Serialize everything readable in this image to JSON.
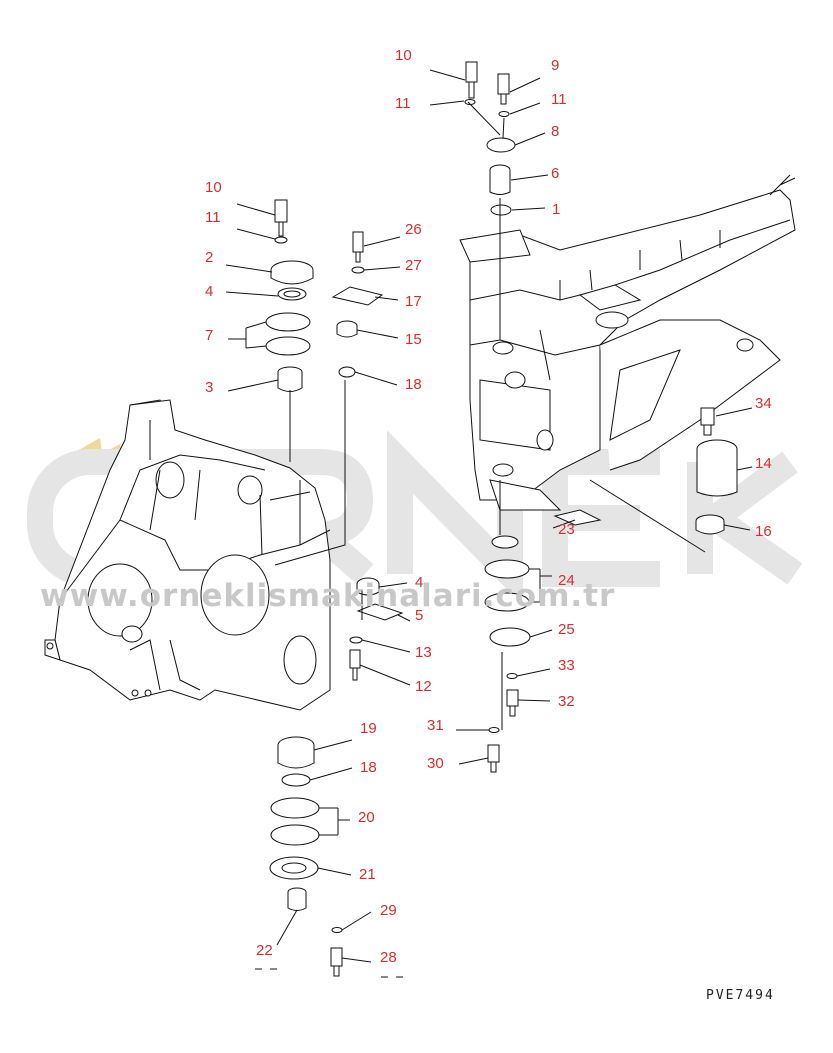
{
  "diagram": {
    "document_code": "PVE7494",
    "watermark": {
      "brand": "ORNEK",
      "url": "www.orneklismakinalari.com.tr"
    },
    "colors": {
      "callout": "#d32f2f",
      "line": "#111111",
      "watermark": "#d6d6d6",
      "accent": "#e8b84a"
    },
    "callouts": [
      {
        "id": "c10a",
        "label": "10"
      },
      {
        "id": "c9",
        "label": "9"
      },
      {
        "id": "c11a",
        "label": "11"
      },
      {
        "id": "c11b",
        "label": "11"
      },
      {
        "id": "c8",
        "label": "8"
      },
      {
        "id": "c6",
        "label": "6"
      },
      {
        "id": "c1",
        "label": "1"
      },
      {
        "id": "c10b",
        "label": "10"
      },
      {
        "id": "c11c",
        "label": "11"
      },
      {
        "id": "c2",
        "label": "2"
      },
      {
        "id": "c4a",
        "label": "4"
      },
      {
        "id": "c7",
        "label": "7"
      },
      {
        "id": "c3",
        "label": "3"
      },
      {
        "id": "c26",
        "label": "26"
      },
      {
        "id": "c27",
        "label": "27"
      },
      {
        "id": "c17",
        "label": "17"
      },
      {
        "id": "c15",
        "label": "15"
      },
      {
        "id": "c18a",
        "label": "18"
      },
      {
        "id": "c34",
        "label": "34"
      },
      {
        "id": "c14",
        "label": "14"
      },
      {
        "id": "c16",
        "label": "16"
      },
      {
        "id": "c23",
        "label": "23"
      },
      {
        "id": "c24",
        "label": "24"
      },
      {
        "id": "c25",
        "label": "25"
      },
      {
        "id": "c33",
        "label": "33"
      },
      {
        "id": "c32",
        "label": "32"
      },
      {
        "id": "c31",
        "label": "31"
      },
      {
        "id": "c30",
        "label": "30"
      },
      {
        "id": "c4b",
        "label": "4"
      },
      {
        "id": "c5",
        "label": "5"
      },
      {
        "id": "c13",
        "label": "13"
      },
      {
        "id": "c12",
        "label": "12"
      },
      {
        "id": "c19",
        "label": "19"
      },
      {
        "id": "c18b",
        "label": "18"
      },
      {
        "id": "c20",
        "label": "20"
      },
      {
        "id": "c21",
        "label": "21"
      },
      {
        "id": "c29",
        "label": "29"
      },
      {
        "id": "c22",
        "label": "22"
      },
      {
        "id": "c28",
        "label": "28"
      }
    ]
  }
}
